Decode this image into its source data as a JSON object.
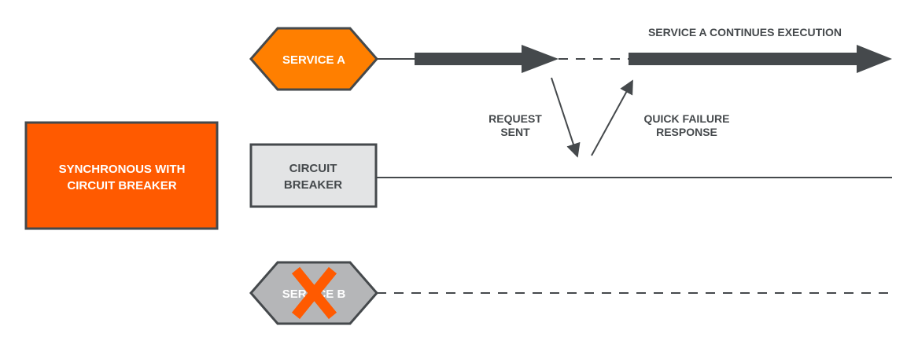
{
  "title_box": {
    "line1": "SYNCHRONOUS WITH",
    "line2": "CIRCUIT BREAKER"
  },
  "service_a": {
    "label": "SERVICE A"
  },
  "circuit_breaker": {
    "line1": "CIRCUIT",
    "line2": "BREAKER"
  },
  "service_b": {
    "label": "SERVICE B"
  },
  "annotations": {
    "continues": "SERVICE A CONTINUES EXECUTION",
    "request_line1": "REQUEST",
    "request_line2": "SENT",
    "failure_line1": "QUICK FAILURE",
    "failure_line2": "RESPONSE"
  },
  "colors": {
    "orange": "#FF5A00",
    "service_a_orange": "#FF7F00",
    "dark": "#45494C",
    "box_border": "#45494C",
    "breaker_fill": "#E3E4E5",
    "service_b_fill": "#B5B6B8",
    "cross": "#FF5A00"
  }
}
